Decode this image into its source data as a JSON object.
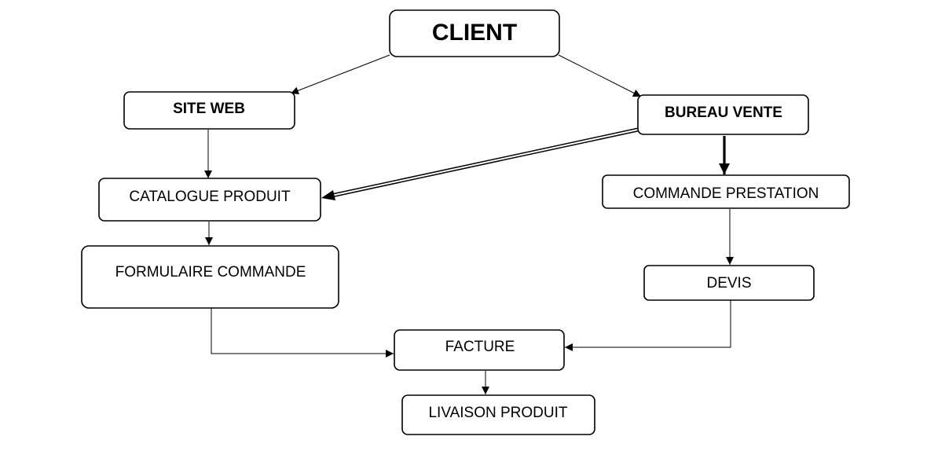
{
  "diagram": {
    "nodes": {
      "client": "CLIENT",
      "site_web": "SITE WEB",
      "bureau_vente": "BUREAU VENTE",
      "catalogue_produit": "CATALOGUE PRODUIT",
      "commande_prestation": "COMMANDE PRESTATION",
      "formulaire_commande": "FORMULAIRE COMMANDE",
      "devis": "DEVIS",
      "facture": "FACTURE",
      "livraison_produit": "LIVAISON PRODUIT"
    },
    "edges": [
      {
        "from": "client",
        "to": "site_web",
        "style": "thin"
      },
      {
        "from": "client",
        "to": "bureau_vente",
        "style": "thin"
      },
      {
        "from": "site_web",
        "to": "catalogue_produit",
        "style": "thin"
      },
      {
        "from": "bureau_vente",
        "to": "catalogue_produit",
        "style": "double"
      },
      {
        "from": "bureau_vente",
        "to": "commande_prestation",
        "style": "thick"
      },
      {
        "from": "catalogue_produit",
        "to": "formulaire_commande",
        "style": "thin"
      },
      {
        "from": "commande_prestation",
        "to": "devis",
        "style": "thin"
      },
      {
        "from": "formulaire_commande",
        "to": "facture",
        "style": "thin-elbow"
      },
      {
        "from": "devis",
        "to": "facture",
        "style": "thin-elbow"
      },
      {
        "from": "facture",
        "to": "livraison_produit",
        "style": "thin"
      }
    ]
  }
}
